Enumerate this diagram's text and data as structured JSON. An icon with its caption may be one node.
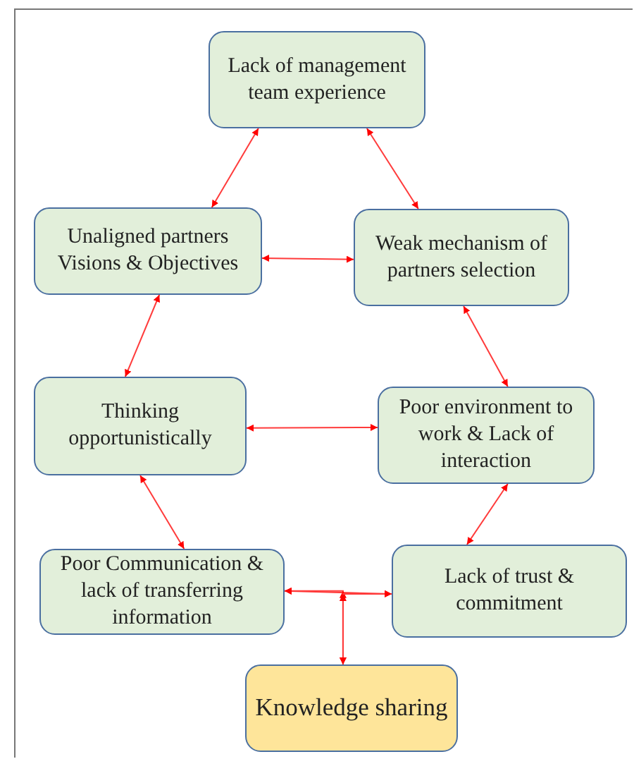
{
  "diagram": {
    "nodes": [
      {
        "text": [
          "Lack of management team experience"
        ]
      },
      {
        "text": [
          "Unaligned partners Visions & Objectives"
        ]
      },
      {
        "text": [
          "Weak mechanism of partners selection"
        ]
      },
      {
        "text": [
          "Thinking opportunistically"
        ]
      },
      {
        "text": [
          "Poor environment to work & Lack of interaction"
        ]
      },
      {
        "text": [
          "Poor Communication & lack of transferring information"
        ]
      },
      {
        "text": [
          "Lack of trust & commitment"
        ]
      },
      {
        "text": [
          "Knowledge sharing"
        ]
      }
    ],
    "edges": [
      {
        "from": 0,
        "to": 1,
        "arrow": "both"
      },
      {
        "from": 0,
        "to": 2,
        "arrow": "both"
      },
      {
        "from": 1,
        "to": 2,
        "arrow": "both"
      },
      {
        "from": 1,
        "to": 3,
        "arrow": "both"
      },
      {
        "from": 2,
        "to": 4,
        "arrow": "both"
      },
      {
        "from": 3,
        "to": 4,
        "arrow": "both"
      },
      {
        "from": 3,
        "to": 5,
        "arrow": "both"
      },
      {
        "from": 4,
        "to": 6,
        "arrow": "both"
      },
      {
        "from": 5,
        "to": 6,
        "arrow": "both"
      },
      {
        "from": 7,
        "to": 5,
        "arrow": "both"
      },
      {
        "from": 7,
        "to": 6,
        "arrow": "both"
      }
    ]
  }
}
